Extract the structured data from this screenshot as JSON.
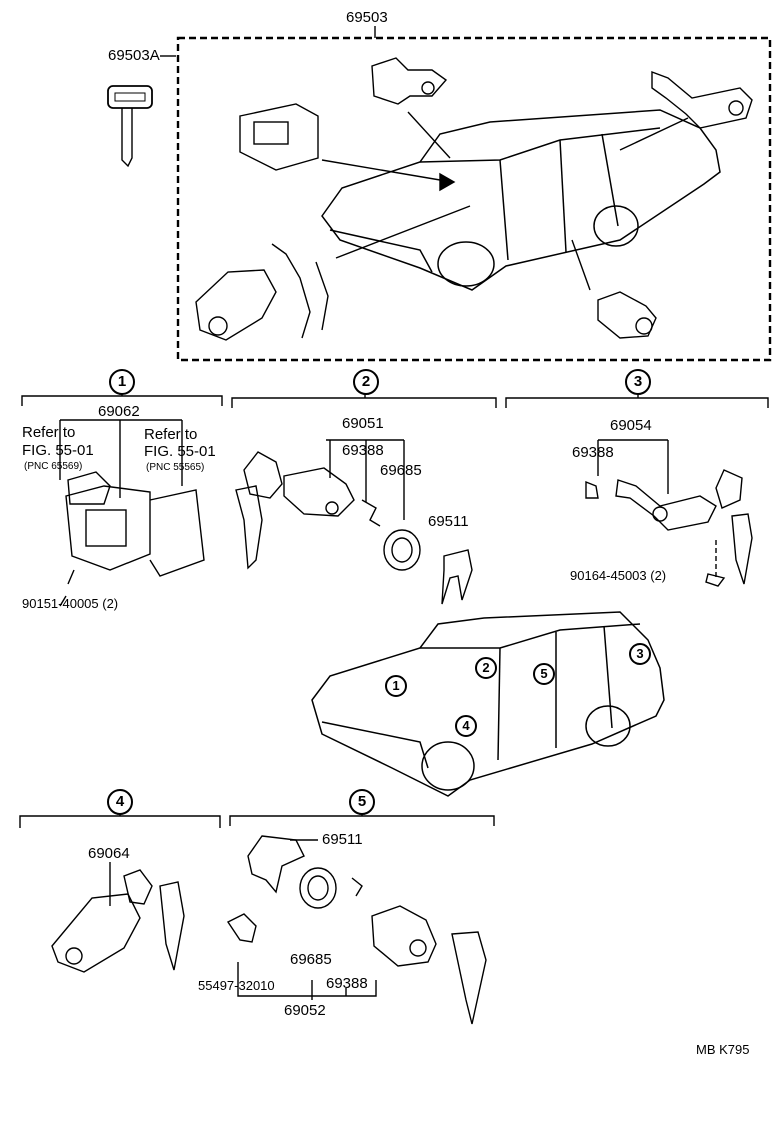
{
  "labels": {
    "p69503": "69503",
    "p69503a": "69503A",
    "p69062": "69062",
    "refer1_a": "Refer to",
    "refer1_b": "FIG. 55-01",
    "refer1_c": "(PNC 65569)",
    "refer2_a": "Refer to",
    "refer2_b": "FIG. 55-01",
    "refer2_c": "(PNC 55565)",
    "p90151": "90151-40005 (2)",
    "p69051": "69051",
    "p69388_a": "69388",
    "p69685_a": "69685",
    "p69511_a": "69511",
    "p69054": "69054",
    "p69388_b": "69388",
    "p90164": "90164-45003 (2)",
    "p69064": "69064",
    "p69511_b": "69511",
    "p69685_b": "69685",
    "p69388_c": "69388",
    "p55497": "55497-32010",
    "p69052": "69052",
    "code": "MB  K795"
  },
  "callouts": {
    "c1": "1",
    "c2": "2",
    "c3": "3",
    "c4": "4",
    "c5": "5"
  }
}
